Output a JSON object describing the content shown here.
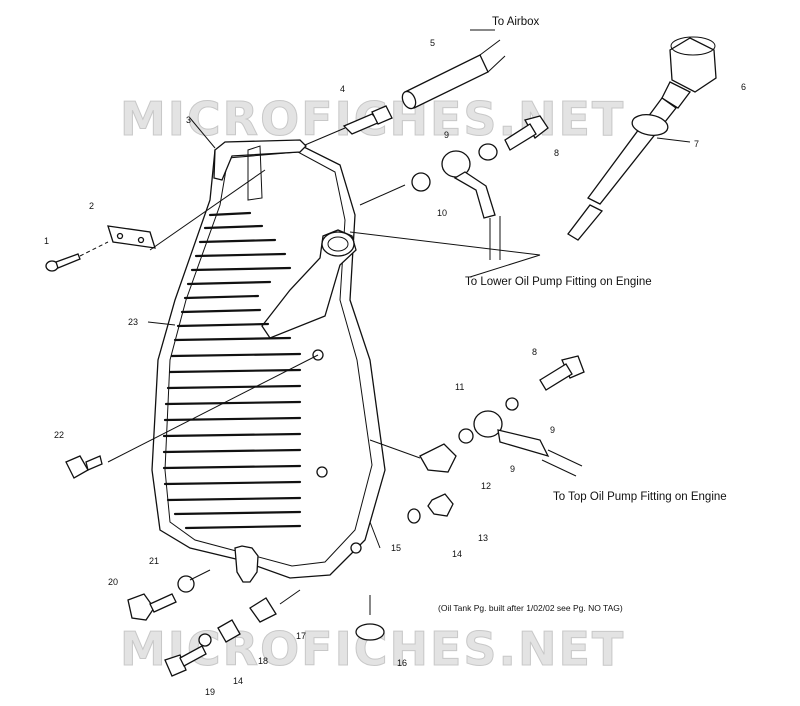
{
  "watermark": {
    "text": "MICROFICHES.NET",
    "color": "#e3e3e3"
  },
  "callouts": {
    "to_airbox": "To Airbox",
    "to_lower": "To Lower Oil Pump Fitting on Engine",
    "to_top": "To Top Oil Pump Fitting on Engine",
    "note": "(Oil Tank Pg. built after 1/02/02 see Pg. NO TAG)"
  },
  "part_numbers": {
    "p1": "1",
    "p2": "2",
    "p3": "3",
    "p4": "4",
    "p5": "5",
    "p6": "6",
    "p7": "7",
    "p8a": "8",
    "p8b": "8",
    "p9a": "9",
    "p9b": "9",
    "p9c": "9",
    "p10": "10",
    "p11": "11",
    "p12": "12",
    "p13": "13",
    "p14a": "14",
    "p14b": "14",
    "p15": "15",
    "p16": "16",
    "p17": "17",
    "p18": "18",
    "p19": "19",
    "p20": "20",
    "p21": "21",
    "p22": "22",
    "p23": "23"
  }
}
